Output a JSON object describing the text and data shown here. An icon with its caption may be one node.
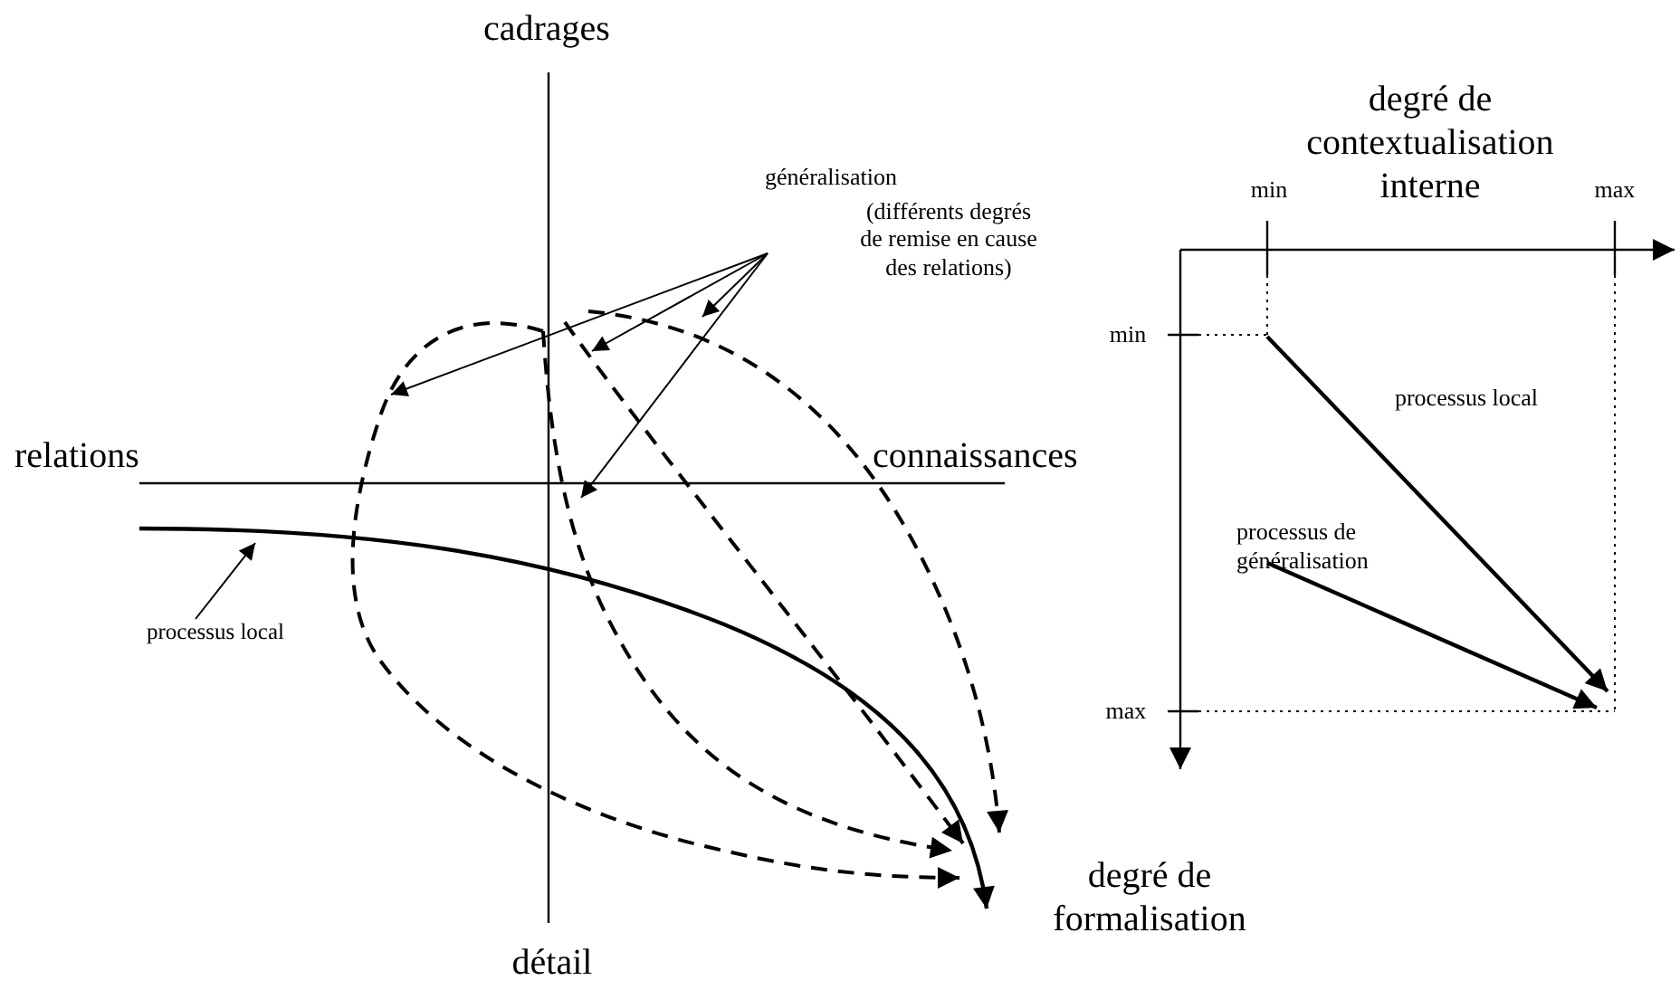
{
  "diagram": {
    "nodes": [
      {
        "text": [
          "généralisation",
          "(différents degrés de remise en cause des relations)"
        ]
      },
      {
        "text": [
          "processus local"
        ]
      }
    ],
    "edges": [
      {
        "from": 0,
        "to": null,
        "arrow": "to"
      },
      {
        "from": 0,
        "to": null,
        "arrow": "to"
      },
      {
        "from": 0,
        "to": null,
        "arrow": "to"
      },
      {
        "from": 0,
        "to": null,
        "arrow": "to"
      },
      {
        "from": 1,
        "to": null,
        "arrow": "to"
      }
    ],
    "labels": [
      "cadrages",
      "degré de contextualisation interne",
      "min",
      "max",
      "min",
      "relations",
      "connaissances",
      "processus local",
      "processus de généralisation",
      "max",
      "degré de formalisation",
      "détail"
    ]
  }
}
